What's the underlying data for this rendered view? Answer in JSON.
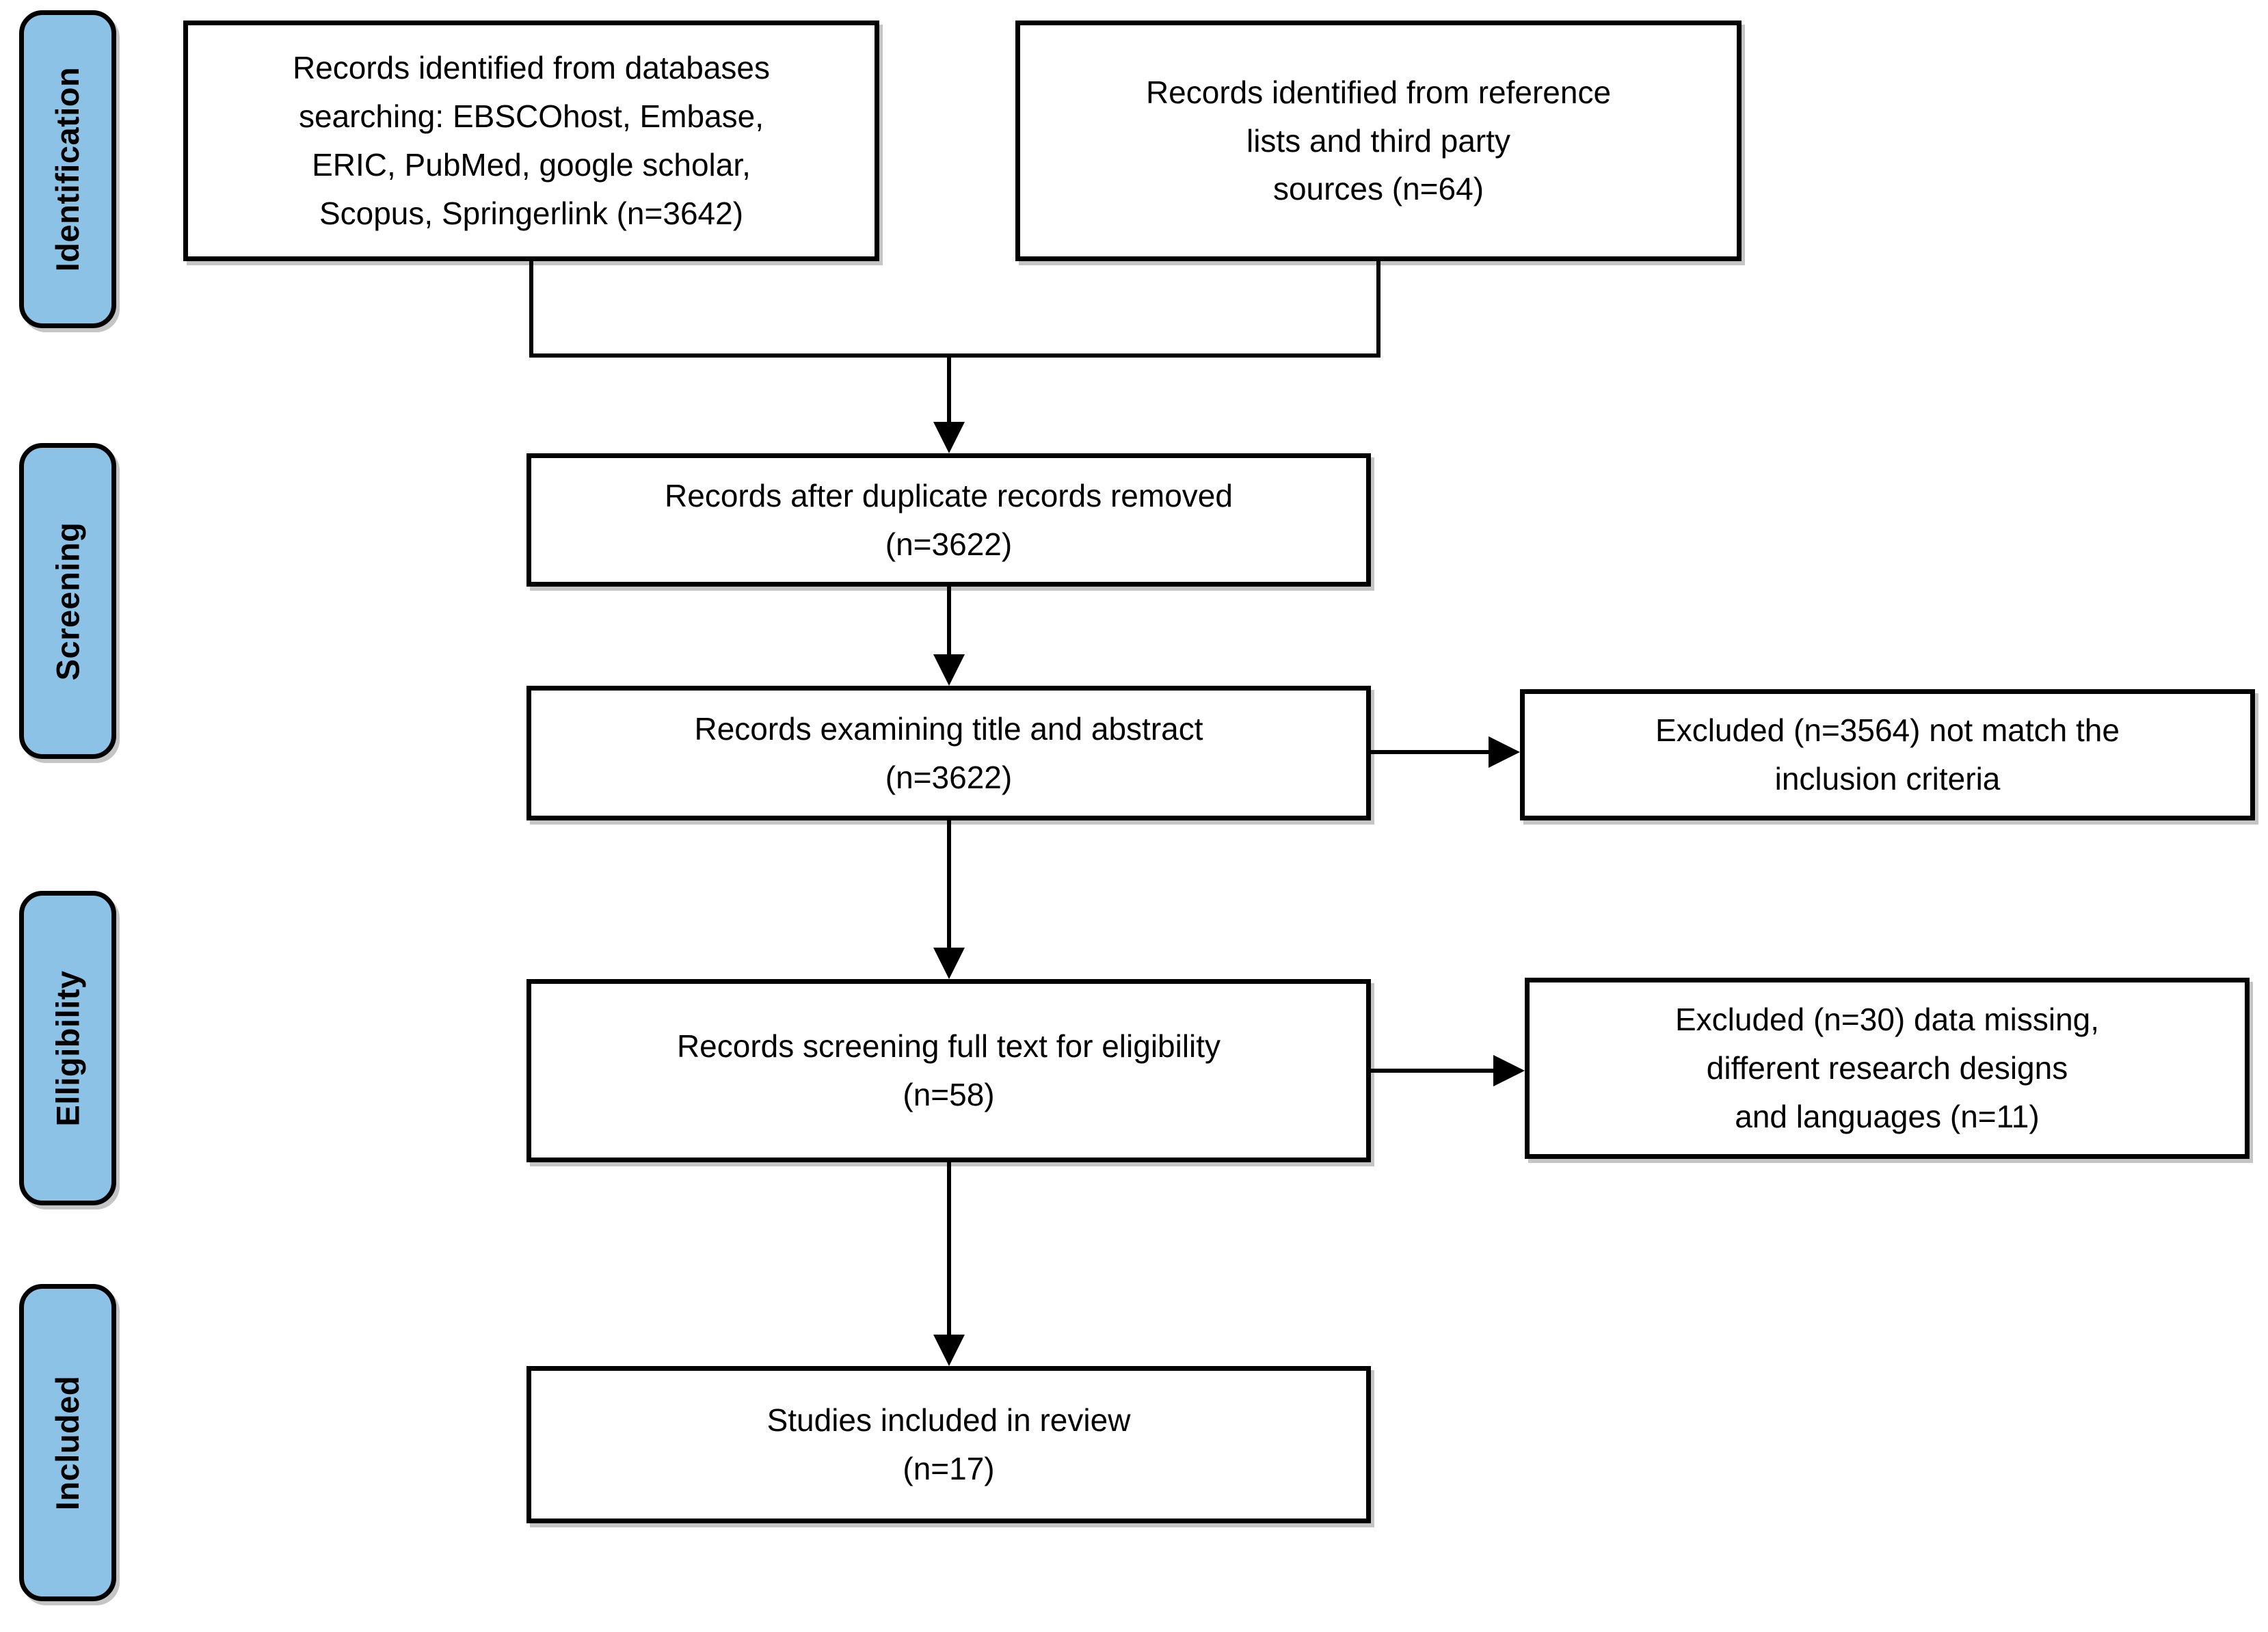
{
  "diagram": {
    "type": "prisma-flow",
    "stages": [
      {
        "label": "Identification"
      },
      {
        "label": "Screening"
      },
      {
        "label": "Elligibility"
      },
      {
        "label": "Included"
      }
    ],
    "boxes": {
      "identified_databases": {
        "lines": [
          "Records identified from databases",
          "searching: EBSCOhost, Embase,",
          "ERIC, PubMed, google scholar,",
          "Scopus, Springerlink (n=3642)"
        ]
      },
      "identified_other_sources": {
        "lines": [
          "Records identified from reference",
          "lists and third party",
          "sources (n=64)"
        ]
      },
      "after_duplicates_removed": {
        "lines": [
          "Records after duplicate records removed",
          "(n=3622)"
        ]
      },
      "title_abstract_screened": {
        "lines": [
          "Records examining title and abstract",
          "(n=3622)"
        ]
      },
      "excluded_title_abstract": {
        "lines": [
          "Excluded (n=3564) not match the",
          "inclusion criteria"
        ]
      },
      "full_text_screened": {
        "lines": [
          "Records screening full text for eligibility",
          "(n=58)"
        ]
      },
      "excluded_full_text": {
        "lines": [
          "Excluded (n=30) data missing,",
          "different research designs",
          "and languages (n=11)"
        ]
      },
      "included_in_review": {
        "lines": [
          "Studies included in review",
          "(n=17)"
        ]
      }
    },
    "colors": {
      "stage_fill": "#8CC2E6",
      "stage_border": "#000000",
      "box_fill": "#FFFFFF",
      "box_border": "#000000",
      "line_color": "#000000",
      "text_color": "#000000"
    }
  }
}
